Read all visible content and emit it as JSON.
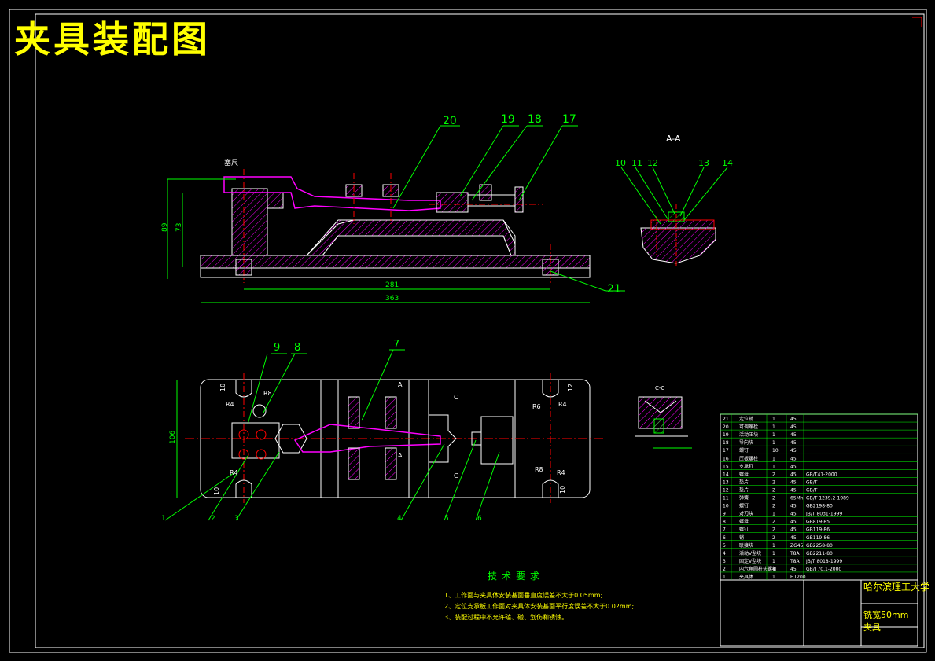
{
  "header": {
    "title": "夹具装配图"
  },
  "front_view": {
    "balloons": [
      "20",
      "19",
      "18",
      "17",
      "21"
    ],
    "label_ruler": "塞尺",
    "dims": {
      "h1": "89",
      "h2": "73",
      "w1": "281",
      "w2": "363"
    }
  },
  "section_view": {
    "title": "A-A",
    "balloons": [
      "10",
      "11",
      "12",
      "13",
      "14"
    ]
  },
  "top_view": {
    "balloons_top": [
      "9",
      "8",
      "7"
    ],
    "balloons_bottom": [
      "1",
      "2",
      "3",
      "4",
      "5",
      "6"
    ],
    "dims": {
      "height": "106",
      "r4": "R4",
      "r8": "R8",
      "r6": "R6",
      "d10": "10",
      "d12": "12"
    },
    "section_marks": {
      "a": "A",
      "c": "C"
    }
  },
  "detail_view": {
    "title": "C-C"
  },
  "tech_requirements": {
    "title": "技术要求",
    "notes": [
      "1、工作面与夹具体安装基面垂直度误差不大于0.05mm;",
      "2、定位支承板工作面对夹具体安装基面平行度误差不大于0.02mm;",
      "3、装配过程中不允许磕、碰、划伤和锈蚀。"
    ]
  },
  "title_block": {
    "school": "哈尔滨理工大学",
    "part_name": "铣宽50mm夹具",
    "bom_rows": [
      [
        "21",
        "定位销",
        "1",
        "45",
        ""
      ],
      [
        "20",
        "可调螺栓",
        "1",
        "45",
        ""
      ],
      [
        "19",
        "活动压块",
        "1",
        "45",
        ""
      ],
      [
        "18",
        "导向块",
        "1",
        "45",
        ""
      ],
      [
        "17",
        "螺钉",
        "10",
        "45",
        ""
      ],
      [
        "16",
        "压板螺栓",
        "1",
        "45",
        ""
      ],
      [
        "15",
        "支承钉",
        "1",
        "45",
        ""
      ],
      [
        "14",
        "螺母",
        "2",
        "45",
        "GB/T41-2000"
      ],
      [
        "13",
        "垫片",
        "2",
        "45",
        "GB/T"
      ],
      [
        "12",
        "垫片",
        "2",
        "45",
        "GB/T"
      ],
      [
        "11",
        "弹簧",
        "2",
        "65Mn",
        "GB/T 1239.2-1989"
      ],
      [
        "10",
        "螺钉",
        "2",
        "45",
        "GB2198-80"
      ],
      [
        "9",
        "对刀块",
        "1",
        "45",
        "JB/T 8031-1999"
      ],
      [
        "8",
        "螺母",
        "2",
        "45",
        "GB819-85"
      ],
      [
        "7",
        "螺钉",
        "2",
        "45",
        "GB119-86"
      ],
      [
        "6",
        "销",
        "2",
        "45",
        "GB119-86"
      ],
      [
        "5",
        "联接块",
        "1",
        "ZG45",
        "GB2258-80"
      ],
      [
        "4",
        "活动V型块",
        "1",
        "T8A",
        "GB2211-80"
      ],
      [
        "3",
        "固定V型块",
        "1",
        "T8A",
        "JB/T 8018-1999"
      ],
      [
        "2",
        "内六角圆柱头螺钉",
        "4",
        "45",
        "GB/T70.1-2000"
      ],
      [
        "1",
        "夹具体",
        "1",
        "HT200",
        ""
      ]
    ]
  },
  "colors": {
    "yellow": "#ffff00",
    "green": "#00ff00",
    "magenta": "#ff00ff",
    "white": "#ffffff",
    "red": "#ff0000",
    "cyan": "#00ffff"
  }
}
